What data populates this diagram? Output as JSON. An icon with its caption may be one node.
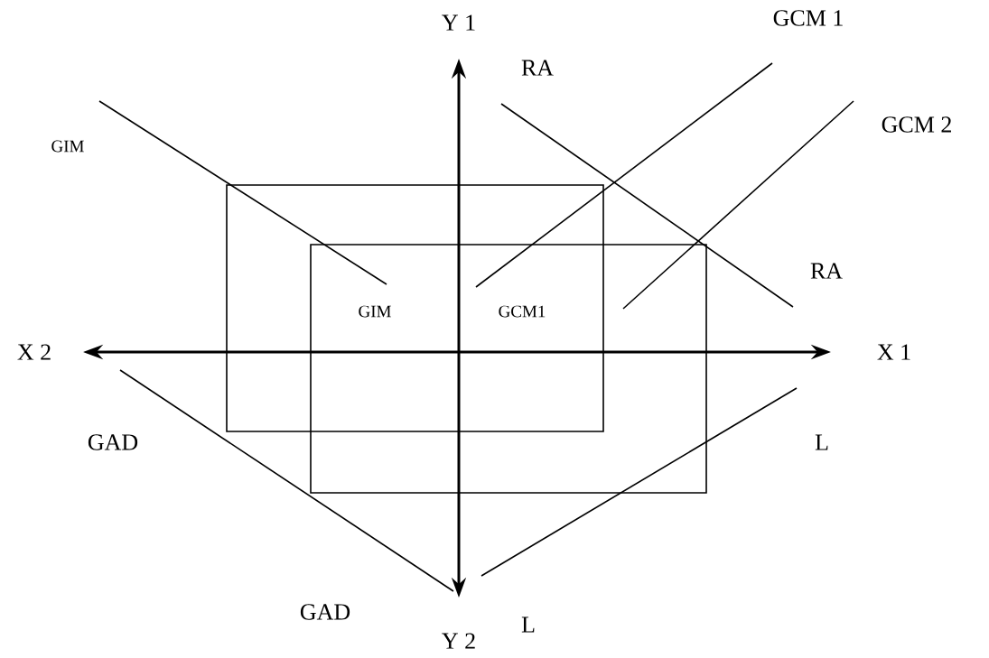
{
  "diagram": {
    "labels": [
      "Y 1",
      "GCM 1",
      "RA",
      "GCM 2",
      "GIM",
      "RA",
      "GIM",
      "GCM1",
      "X 2",
      "X 1",
      "GAD",
      "L",
      "GAD",
      "L",
      "Y 2"
    ]
  }
}
